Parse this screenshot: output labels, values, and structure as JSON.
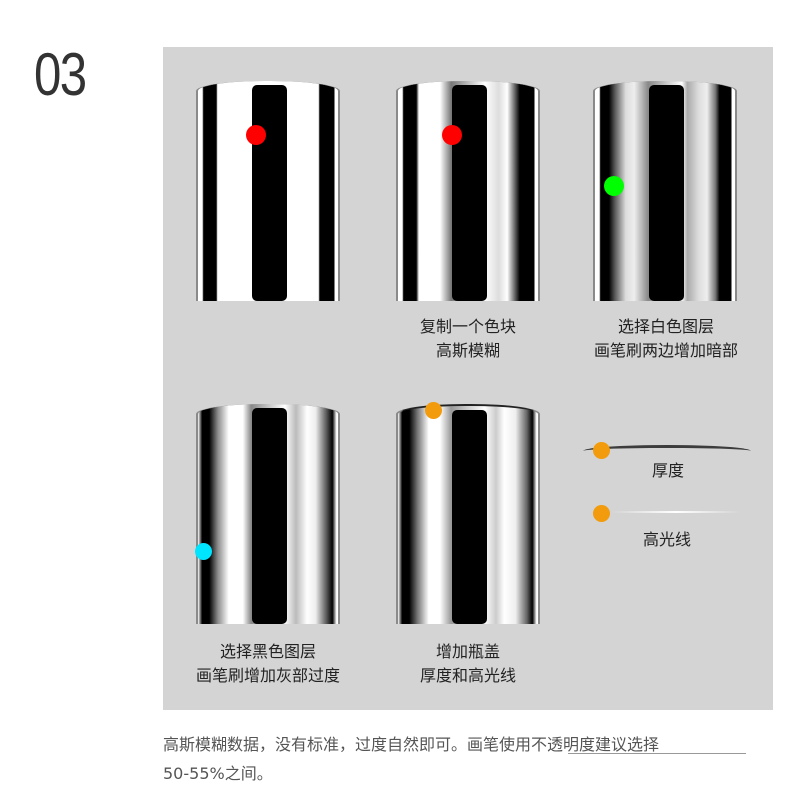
{
  "step": {
    "number": "03"
  },
  "colors": {
    "panel_bg": "#d4d4d4",
    "red_marker": "#ff0000",
    "green_marker": "#00ff00",
    "cyan_marker": "#00e5ff",
    "orange_marker": "#f29b0c"
  },
  "steps": [
    {
      "id": "original",
      "caption_line1": "",
      "caption_line2": "",
      "marker": "red"
    },
    {
      "id": "duplicate-blur",
      "caption_line1": "复制一个色块",
      "caption_line2": "高斯模糊",
      "marker": "red"
    },
    {
      "id": "white-layer",
      "caption_line1": "选择白色图层",
      "caption_line2": "画笔刷两边增加暗部",
      "marker": "green"
    },
    {
      "id": "black-layer",
      "caption_line1": "选择黑色图层",
      "caption_line2": "画笔刷增加灰部过度",
      "marker": "cyan"
    },
    {
      "id": "bottle-cap",
      "caption_line1": "增加瓶盖",
      "caption_line2": "厚度和高光线",
      "marker": "orange"
    }
  ],
  "legend": [
    {
      "label": "厚度",
      "marker": "orange"
    },
    {
      "label": "高光线",
      "marker": "orange"
    }
  ],
  "footer": {
    "line1": "高斯模糊数据，没有标准，过度自然即可。画笔使用不透明度建议选择",
    "line2": "50-55%之间。"
  }
}
